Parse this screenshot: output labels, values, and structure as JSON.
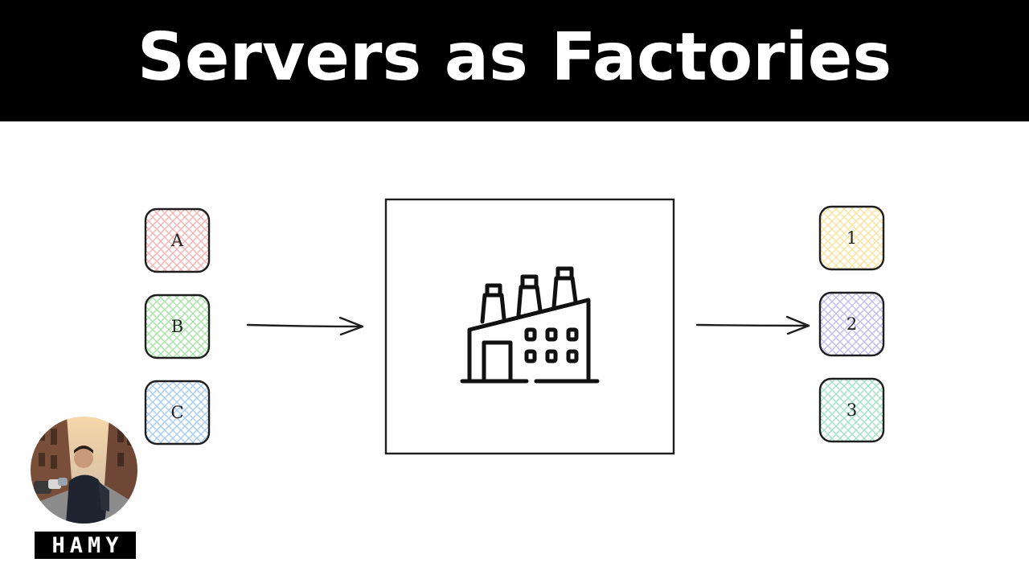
{
  "title": "Servers as Factories",
  "inputs": [
    {
      "label": "A",
      "color": "#f4b4b4"
    },
    {
      "label": "B",
      "color": "#a6e3a6"
    },
    {
      "label": "C",
      "color": "#a6ccef"
    }
  ],
  "outputs": [
    {
      "label": "1",
      "color": "#f7e39a"
    },
    {
      "label": "2",
      "color": "#c4bcef"
    },
    {
      "label": "3",
      "color": "#9fe2c6"
    }
  ],
  "center": {
    "icon": "factory-icon"
  },
  "presenter": {
    "logo_text": "HAMY",
    "icon": "presenter-avatar"
  },
  "colors": {
    "title_bg": "#000000",
    "title_text": "#ffffff",
    "stroke": "#1e1e1e"
  }
}
